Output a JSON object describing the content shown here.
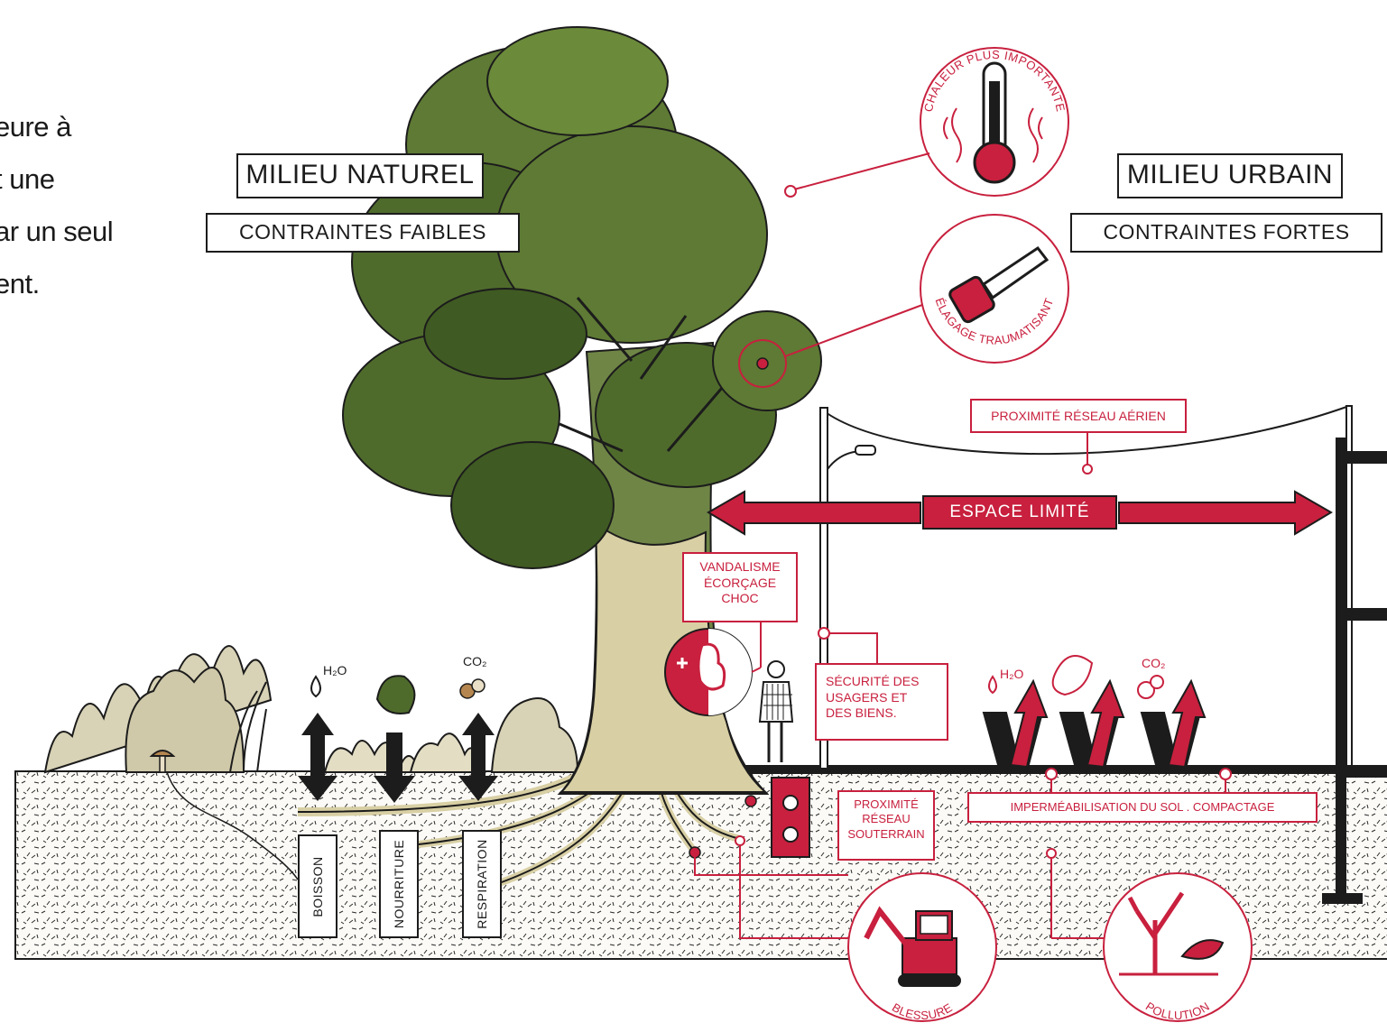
{
  "intro_text": [
    "eure à",
    "t une",
    "ar un seul",
    "ent."
  ],
  "natural": {
    "title": "MILIEU NATUREL",
    "subtitle": "CONTRAINTES FAIBLES"
  },
  "urban": {
    "title": "MILIEU URBAIN",
    "subtitle": "CONTRAINTES FORTES"
  },
  "constraints": {
    "heat": "CHALEUR PLUS IMPORTANTE",
    "pruning": "ÉLAGAGE TRAUMATISANT",
    "aerial_network": "PROXIMITÉ RÉSEAU AÉRIEN",
    "limited_space": "ESPACE LIMITÉ",
    "vandalism": [
      "VANDALISME",
      "ÉCORÇAGE",
      "CHOC"
    ],
    "safety": [
      "SÉCURITÉ DES",
      "USAGERS ET",
      "DES BIENS."
    ],
    "underground_network": [
      "PROXIMITÉ",
      "RÉSEAU",
      "SOUTERRAIN"
    ],
    "sealing": "IMPERMÉABILISATION DU SOL . COMPACTAGE",
    "injury": "BLESSURE",
    "pollution": "POLLUTION"
  },
  "functions": {
    "drink": "BOISSON",
    "food": "NOURRITURE",
    "breathing": "RESPIRATION"
  },
  "chemicals": {
    "water": "H₂O",
    "co2": "CO₂"
  },
  "colors": {
    "accent_red": "#c8203e",
    "canopy_green": "#4f6b2c",
    "trunk_green": "#6f8546",
    "trunk_light": "#d8cfa4",
    "ground": "#fbfaf6",
    "ink": "#1c1c1c",
    "plant_beige": "#cfc8a9"
  },
  "icons": [
    "thermometer-icon",
    "chainsaw-icon",
    "excavator-icon",
    "dead-tree-icon",
    "squirrel-icon",
    "leaf-icon",
    "water-drop-icon",
    "co2-bubbles-icon",
    "mushroom-icon",
    "person-icon",
    "street-lamp-icon"
  ]
}
